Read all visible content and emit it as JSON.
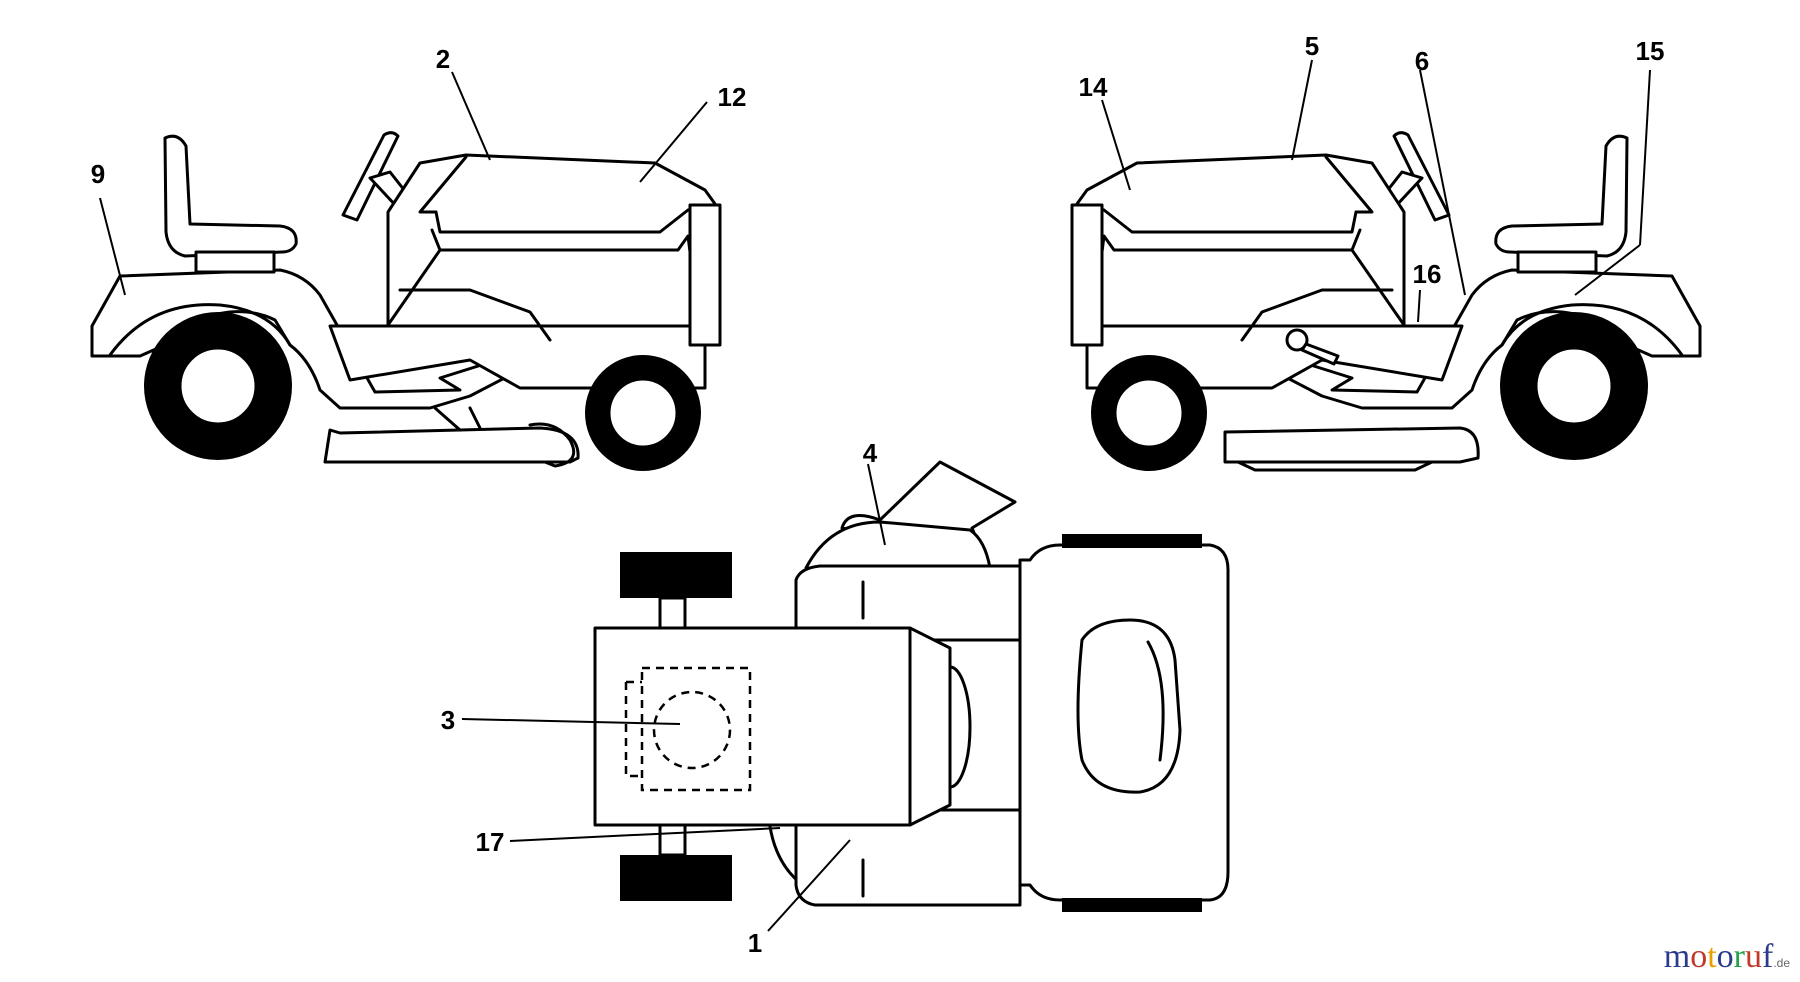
{
  "callouts": {
    "c1": "1",
    "c2": "2",
    "c3": "3",
    "c4": "4",
    "c5": "5",
    "c6": "6",
    "c9": "9",
    "c12": "12",
    "c14": "14",
    "c15": "15",
    "c16": "16",
    "c17": "17"
  },
  "watermark": {
    "letters": [
      "m",
      "o",
      "t",
      "o",
      "r",
      "u",
      "f"
    ],
    "colors": [
      "#2b3a8c",
      "#c0392b",
      "#e6a100",
      "#2b3a8c",
      "#27a04a",
      "#c0392b",
      "#2b3a8c"
    ],
    "suffix": ".de"
  }
}
